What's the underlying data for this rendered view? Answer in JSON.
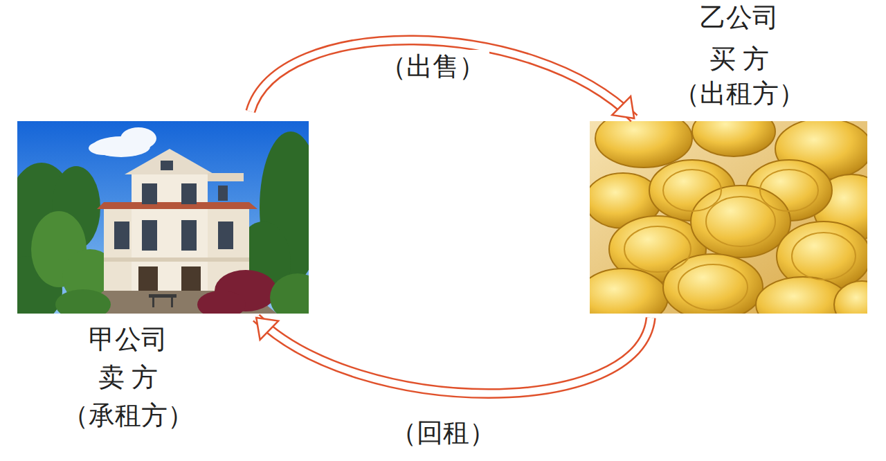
{
  "diagram": {
    "nodes": [
      {
        "text": [
          "甲公司",
          "卖 方",
          "（承租方）"
        ]
      },
      {
        "text": [
          "乙公司",
          "买 方",
          "（出租方）"
        ]
      }
    ],
    "edges": [
      {
        "from": 0,
        "to": 1,
        "arrow": "to",
        "label": "（出售）"
      },
      {
        "from": 1,
        "to": 0,
        "arrow": "to",
        "label": "（回租）"
      }
    ]
  }
}
